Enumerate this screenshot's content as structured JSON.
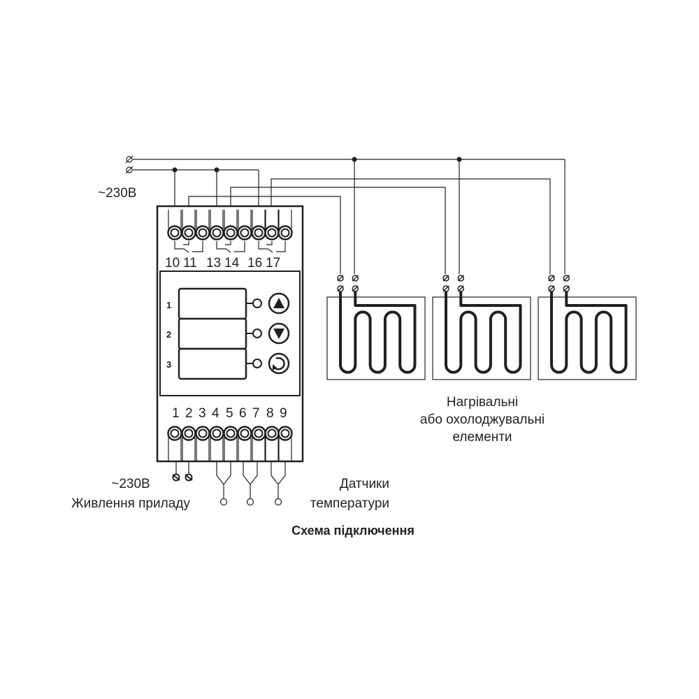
{
  "supply_top": {
    "voltage": "~230В"
  },
  "relay_terminals": [
    "10",
    "11",
    "13",
    "14",
    "16",
    "17"
  ],
  "channels": [
    "1",
    "2",
    "3"
  ],
  "buttons": [
    {
      "name": "up-button",
      "icon": "triangle-up-icon"
    },
    {
      "name": "down-button",
      "icon": "triangle-down-icon"
    },
    {
      "name": "cycle-button",
      "icon": "rotate-icon"
    }
  ],
  "input_terminals": [
    "1",
    "2",
    "3",
    "4",
    "5",
    "6",
    "7",
    "8",
    "9"
  ],
  "loads_label": [
    "Нагрівальні",
    "або охолоджувальні",
    "елементи"
  ],
  "power_label": {
    "voltage": "~230В",
    "text": "Живлення приладу"
  },
  "sensors_label": [
    "Датчики",
    "температури"
  ],
  "caption": "Схема підключення",
  "colors": {
    "line": "#231f20",
    "background": "#ffffff"
  }
}
